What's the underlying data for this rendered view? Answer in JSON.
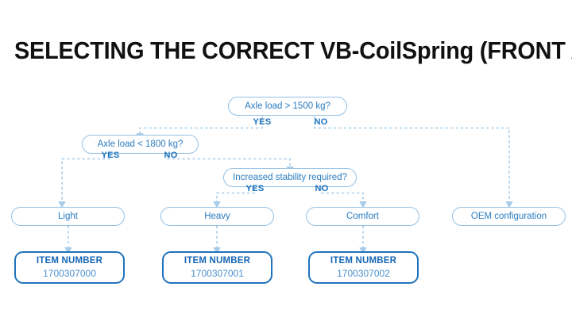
{
  "page": {
    "title": "SELECTING THE CORRECT VB-CoilSpring (FRONT AXLE)",
    "background": "#ffffff"
  },
  "colors": {
    "title_text": "#111111",
    "node_border": "#93c0e4",
    "node_text": "#2b7cc0",
    "branch_label": "#1b72bd",
    "item_border": "#1f73bd",
    "item_title": "#1565b5",
    "item_value": "#4a90cf",
    "connector": "#a8cce8"
  },
  "flowchart": {
    "type": "decision-tree",
    "decisions": [
      {
        "id": "d1",
        "label": "Axle load > 1500 kg?",
        "yes_label": "YES",
        "no_label": "NO",
        "yes_target": "d2",
        "no_target": "r4"
      },
      {
        "id": "d2",
        "label": "Axle load < 1800 kg?",
        "yes_label": "YES",
        "no_label": "NO",
        "yes_target": "r1",
        "no_target": "d3"
      },
      {
        "id": "d3",
        "label": "Increased stability required?",
        "yes_label": "YES",
        "no_label": "NO",
        "yes_target": "r2",
        "no_target": "r3"
      }
    ],
    "results": [
      {
        "id": "r1",
        "label": "Light"
      },
      {
        "id": "r2",
        "label": "Heavy"
      },
      {
        "id": "r3",
        "label": "Comfort"
      },
      {
        "id": "r4",
        "label": "OEM configuration"
      }
    ],
    "items": [
      {
        "id": "i1",
        "title": "ITEM NUMBER",
        "number": "1700307000",
        "for": "r1"
      },
      {
        "id": "i2",
        "title": "ITEM NUMBER",
        "number": "1700307001",
        "for": "r2"
      },
      {
        "id": "i3",
        "title": "ITEM NUMBER",
        "number": "1700307002",
        "for": "r3"
      }
    ]
  }
}
